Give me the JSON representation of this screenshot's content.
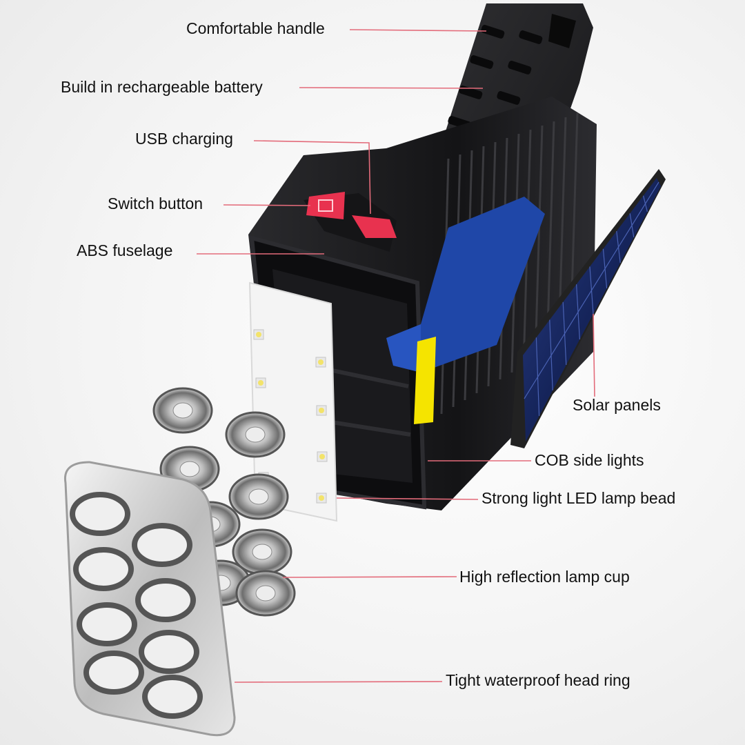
{
  "labels": {
    "comfortable_handle": "Comfortable handle",
    "battery": "Build in rechargeable battery",
    "usb_charging": "USB charging",
    "switch_button": "Switch button",
    "abs_fuselage": "ABS fuselage",
    "solar_panels": "Solar panels",
    "cob_side_lights": "COB side lights",
    "led_lamp_bead": "Strong light LED lamp bead",
    "lamp_cup": "High reflection lamp cup",
    "head_ring": "Tight waterproof head ring"
  },
  "colors": {
    "leader_line": "#e36b7a",
    "body": "#1b1b1d",
    "switch": "#e8324f",
    "battery": "#1f47a8",
    "cob": "#f5e400",
    "solar": "#1a2d6a"
  }
}
